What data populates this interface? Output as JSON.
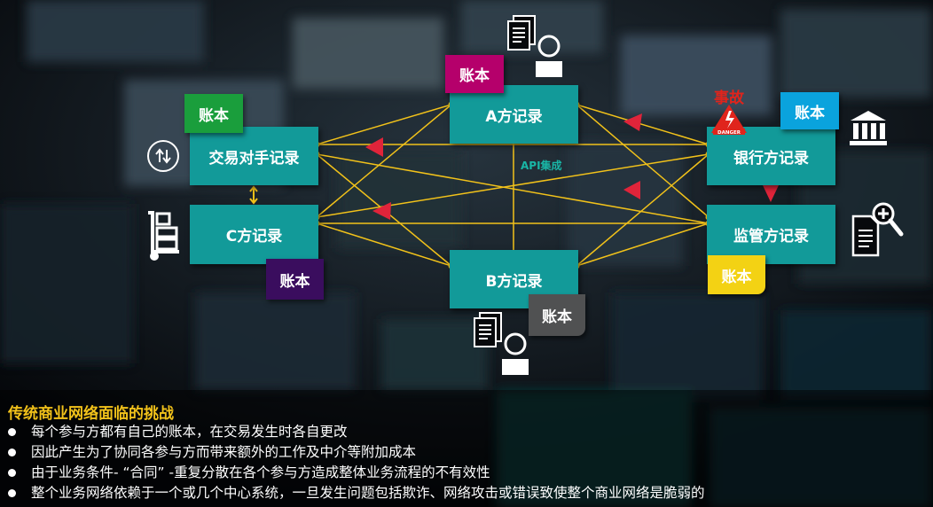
{
  "nodes": {
    "a": "A方记录",
    "counterparty": "交易对手记录",
    "c": "C方记录",
    "b": "B方记录",
    "bank": "银行方记录",
    "regulator": "监管方记录"
  },
  "ledger_label": "账本",
  "ledgers": [
    {
      "key": "a",
      "color": "#b5006b"
    },
    {
      "key": "counterparty",
      "color": "#1a9e3c"
    },
    {
      "key": "c",
      "color": "#3a0d5e"
    },
    {
      "key": "b",
      "color": "#505152"
    },
    {
      "key": "bank",
      "color": "#0aa3dd"
    },
    {
      "key": "regulator",
      "color": "#f3d214"
    }
  ],
  "api_label": "API集成",
  "accident_label": "事故",
  "danger_label": "DANGER",
  "colors": {
    "line": "#f2c21a",
    "arrow": "#e0243a",
    "node": "#129a99",
    "title": "#f2c21a"
  },
  "challenges": {
    "title": "传统商业网络面临的挑战",
    "items": [
      "每个参与方都有自己的账本，在交易发生时各自更改",
      "因此产生为了协同各参与方而带来额外的工作及中介等附加成本",
      "由于业务条件- “合同” -重复分散在各个参与方造成整体业务流程的不有效性",
      "整个业务网络依赖于一个或几个中心系统，一旦发生问题包括欺诈、网络攻击或错误致使整个商业网络是脆弱的"
    ]
  },
  "icons": [
    "swap-arrows-icon",
    "hand-truck-icon",
    "documents-icon",
    "person-icon",
    "bank-icon",
    "document-search-icon",
    "danger-sign-icon"
  ]
}
